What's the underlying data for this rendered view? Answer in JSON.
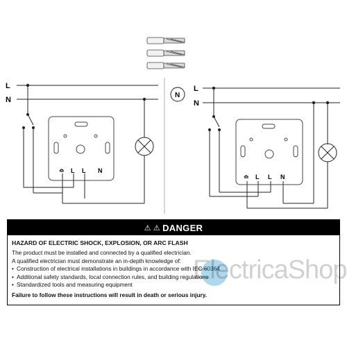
{
  "diagrams": {
    "line_label": "L",
    "neutral_label": "N",
    "neutral_symbol": "N",
    "terminal_tilde": "≏",
    "terminal_l1": "L",
    "terminal_l2": "L",
    "terminal_n": "N"
  },
  "danger": {
    "header": "DANGER",
    "warning_icon": "warning-triangle-icon",
    "hazard_title": "HAZARD OF ELECTRIC SHOCK, EXPLOSION, OR ARC FLASH",
    "line1": "The product must be installed and connected by a qualified electrician.",
    "line2": "A qualified electrician must demonstrate an in-depth knowledge of:",
    "bullets": [
      "Construction of electrical installations in buildings in accordance with IEC 60364",
      "Additional safety standards, local connection rules, and building regulations",
      "Standardized tools and measuring equipment"
    ],
    "failure": "Failure to follow these instructions will result in death or serious injury."
  },
  "watermark": {
    "text": "ElectricaShop"
  },
  "colors": {
    "watermark_blue": "#1e90c8",
    "stroke": "#222222"
  }
}
